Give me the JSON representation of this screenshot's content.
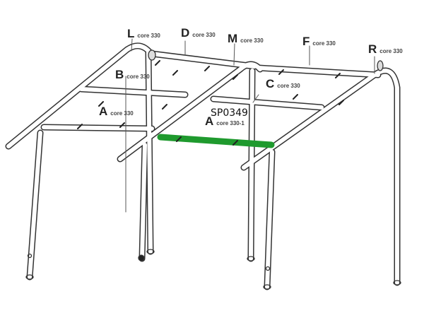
{
  "labels": [
    {
      "letter": "L",
      "code": "core 330"
    },
    {
      "letter": "D",
      "code": "core 330"
    },
    {
      "letter": "M",
      "code": "core 330"
    },
    {
      "letter": "F",
      "code": "core 330"
    },
    {
      "letter": "R",
      "code": "core 330"
    },
    {
      "letter": "B",
      "code": "core 330"
    },
    {
      "letter": "C",
      "code": "core 330"
    },
    {
      "letter": "A",
      "code": "core 330"
    },
    {
      "letter": "A",
      "code": "core 330-1"
    }
  ],
  "highlight": {
    "part_code": "SP0349",
    "color": "#1f9a2e"
  }
}
